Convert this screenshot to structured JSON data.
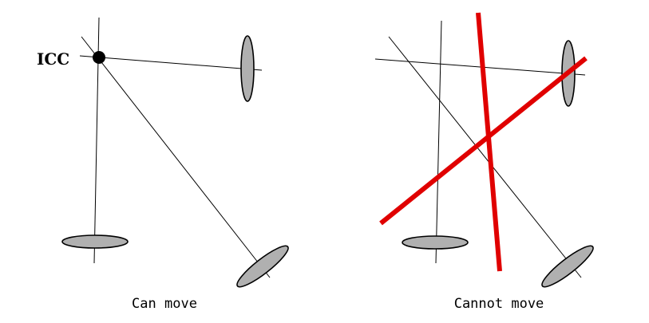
{
  "panels": [
    {
      "caption": "Can move",
      "icc_label": "ICC"
    },
    {
      "caption": "Cannot move"
    }
  ],
  "colors": {
    "wheel_fill": "#b0b0b0",
    "cross_out": "#e00000",
    "line": "#000000"
  }
}
